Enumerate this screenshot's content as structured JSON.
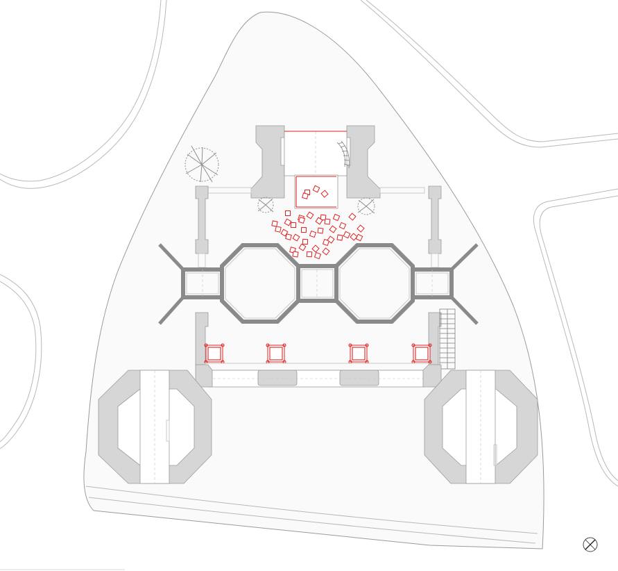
{
  "colors": {
    "background": "#ffffff",
    "wall_fill": "#d6d6d6",
    "line": "#9a9a9a",
    "frame": "#8a8a8a",
    "highlight": "#e02020"
  },
  "icons": {
    "north_arrow": "north-arrow-icon",
    "tree": "tree-icon"
  },
  "stage_seats": 4,
  "audience_seats": 36,
  "red_pavilions": 4
}
